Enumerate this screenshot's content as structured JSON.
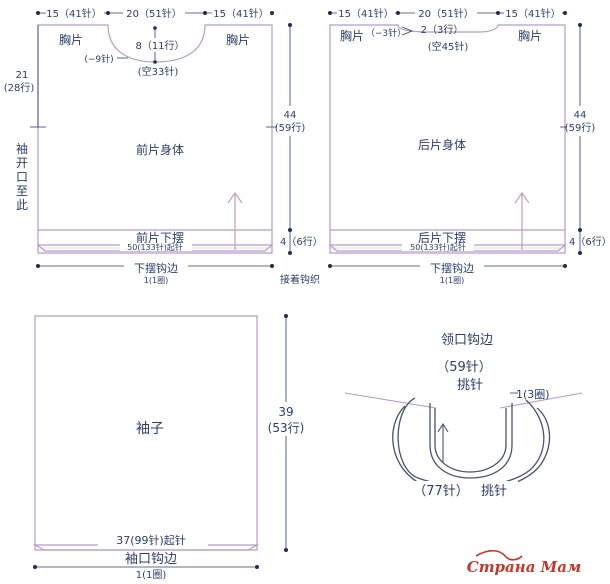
{
  "front": {
    "top_left": "15（41针）",
    "top_mid": "20（51针）",
    "top_right": "15（41针）",
    "chest_left": "胸片",
    "chest_right": "胸片",
    "neck_depth": "8（11行）",
    "neck_dec": "(−9针)",
    "neck_skip": "(空33针)",
    "side_left_1": "21",
    "side_left_2": "(28行)",
    "sleeve_open": [
      "袖",
      "开",
      "口",
      "至",
      "此"
    ],
    "height_1": "44",
    "height_2": "(59行)",
    "body_label": "前片身体",
    "hem_label": "前片下摆",
    "hem_count": "50(133针)起针",
    "hem_height": "4（6行）",
    "edge_label": "下摆钩边",
    "edge_count": "1(1圈)"
  },
  "back": {
    "top_left": "15（41针）",
    "top_mid": "20（51针）",
    "top_right": "15（41针）",
    "chest_left": "胸片",
    "chest_right": "胸片",
    "neck_dec": "（−3针）",
    "neck_depth": "2（3行）",
    "neck_skip": "(空45针)",
    "height_1": "44",
    "height_2": "(59行)",
    "body_label": "后片身体",
    "hem_label": "后片下摆",
    "hem_count": "50(133针)起针",
    "hem_height": "4（6行）",
    "edge_label": "下摆钩边",
    "edge_count": "1(1圈)"
  },
  "join_label": "接着钩织",
  "sleeve": {
    "label": "袖子",
    "height_1": "39",
    "height_2": "(53行)",
    "cast_on": "37(99针)起针",
    "cuff_label": "袖口钩边",
    "cuff_count": "1(1圈)"
  },
  "neckband": {
    "title": "领口钩边",
    "inner_count": "（59针）",
    "inner_pick": "挑针",
    "rounds": "1(3圈)",
    "outer_count": "（77针）",
    "outer_pick": "挑针"
  },
  "watermark": "Страна Мам"
}
